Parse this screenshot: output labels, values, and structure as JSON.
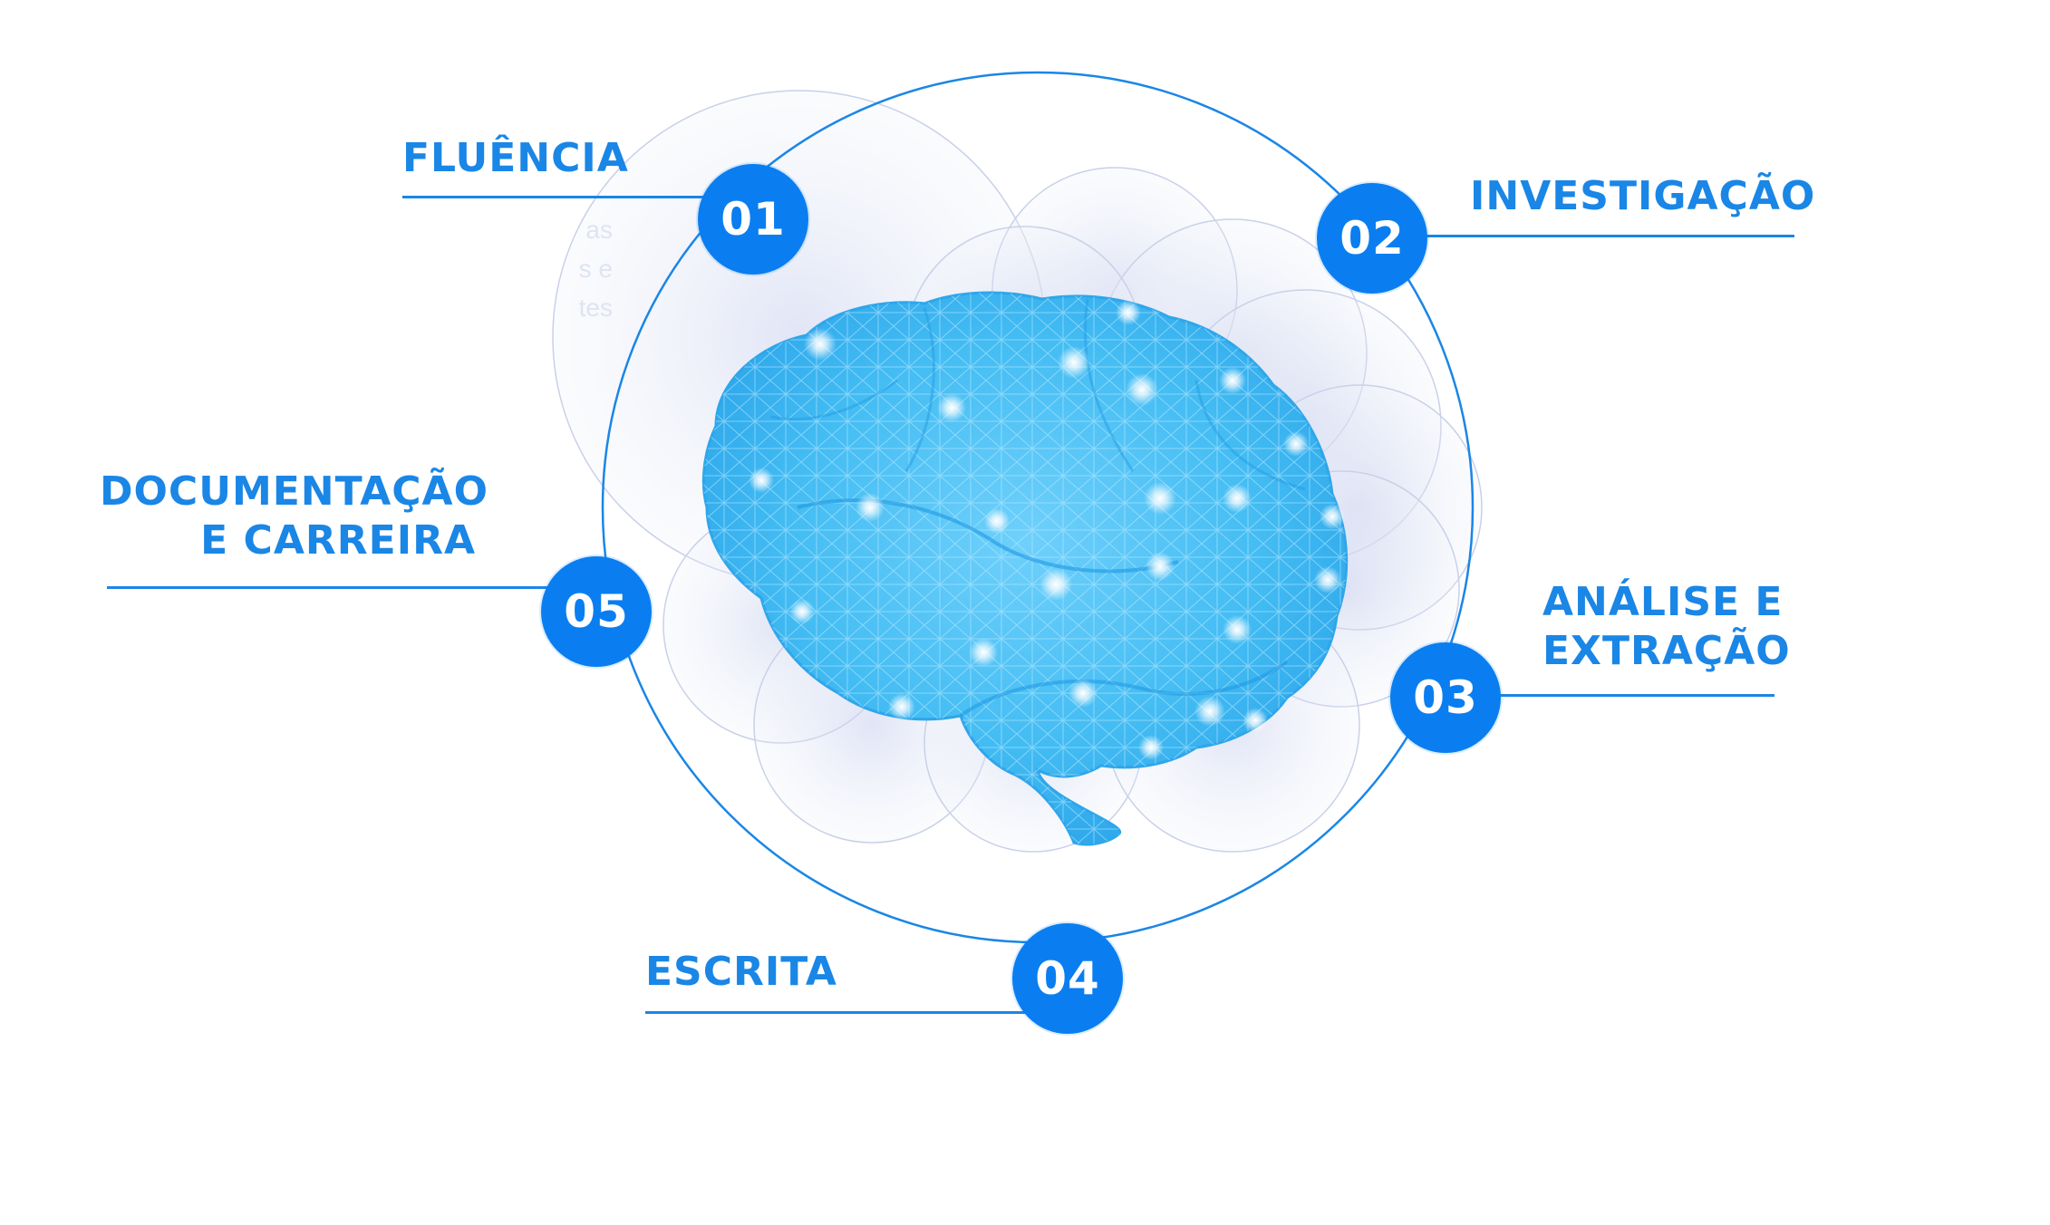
{
  "diagram": {
    "nodes": [
      {
        "number": "01",
        "label_lines": [
          "FLUÊNCIA"
        ]
      },
      {
        "number": "02",
        "label_lines": [
          "INVESTIGAÇÃO"
        ]
      },
      {
        "number": "03",
        "label_lines": [
          "ANÁLISE E",
          "EXTRAÇÃO"
        ]
      },
      {
        "number": "04",
        "label_lines": [
          "ESCRITA"
        ]
      },
      {
        "number": "05",
        "label_lines": [
          "DOCUMENTAÇÃO",
          "E CARREIRA"
        ]
      }
    ],
    "ghost_text": [
      "as",
      "s e",
      "tes"
    ],
    "colors": {
      "accent": "#0a7ef0",
      "label": "#1a86e6",
      "brain": "#33b6f2",
      "bubble": "#e9edf8"
    },
    "icons": {
      "center": "brain-icon"
    }
  }
}
